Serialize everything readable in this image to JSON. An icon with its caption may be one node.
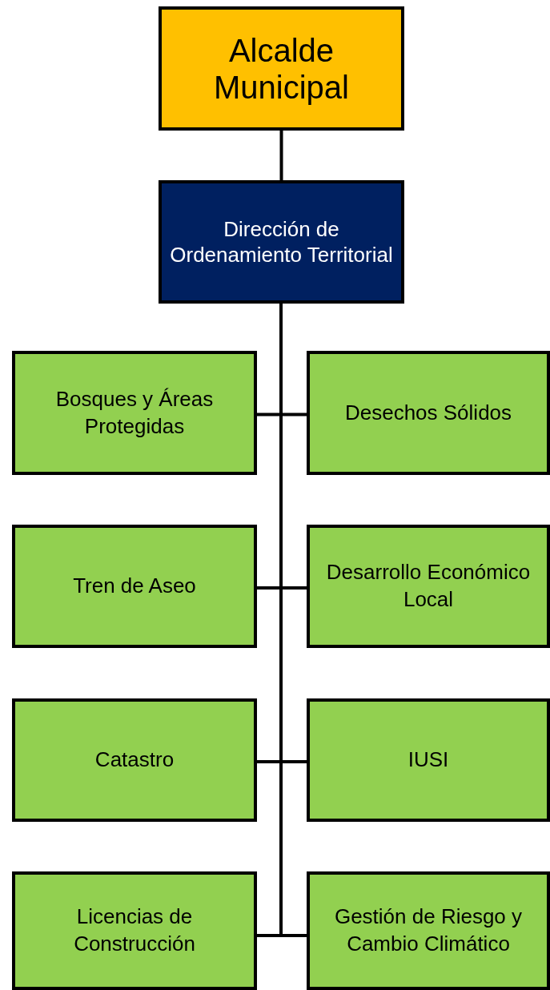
{
  "diagram": {
    "nodes": [
      {
        "text": [
          "Alcalde Municipal"
        ]
      },
      {
        "text": [
          "Dirección de Ordenamiento Territorial"
        ]
      },
      {
        "text": [
          "Bosques y Áreas Protegidas"
        ]
      },
      {
        "text": [
          "Desechos Sólidos"
        ]
      },
      {
        "text": [
          "Tren de Aseo"
        ]
      },
      {
        "text": [
          "Desarrollo Económico Local"
        ]
      },
      {
        "text": [
          "Catastro"
        ]
      },
      {
        "text": [
          "IUSI"
        ]
      },
      {
        "text": [
          "Licencias de Construcción"
        ]
      },
      {
        "text": [
          "Gestión de Riesgo y Cambio Climático"
        ]
      }
    ],
    "edges": [
      {
        "from": 0,
        "to": 1,
        "arrow": "none"
      },
      {
        "from": 1,
        "to": 2,
        "arrow": "none"
      },
      {
        "from": 1,
        "to": 3,
        "arrow": "none"
      },
      {
        "from": 1,
        "to": 4,
        "arrow": "none"
      },
      {
        "from": 1,
        "to": 5,
        "arrow": "none"
      },
      {
        "from": 1,
        "to": 6,
        "arrow": "none"
      },
      {
        "from": 1,
        "to": 7,
        "arrow": "none"
      },
      {
        "from": 1,
        "to": 8,
        "arrow": "none"
      },
      {
        "from": 1,
        "to": 9,
        "arrow": "none"
      }
    ]
  }
}
